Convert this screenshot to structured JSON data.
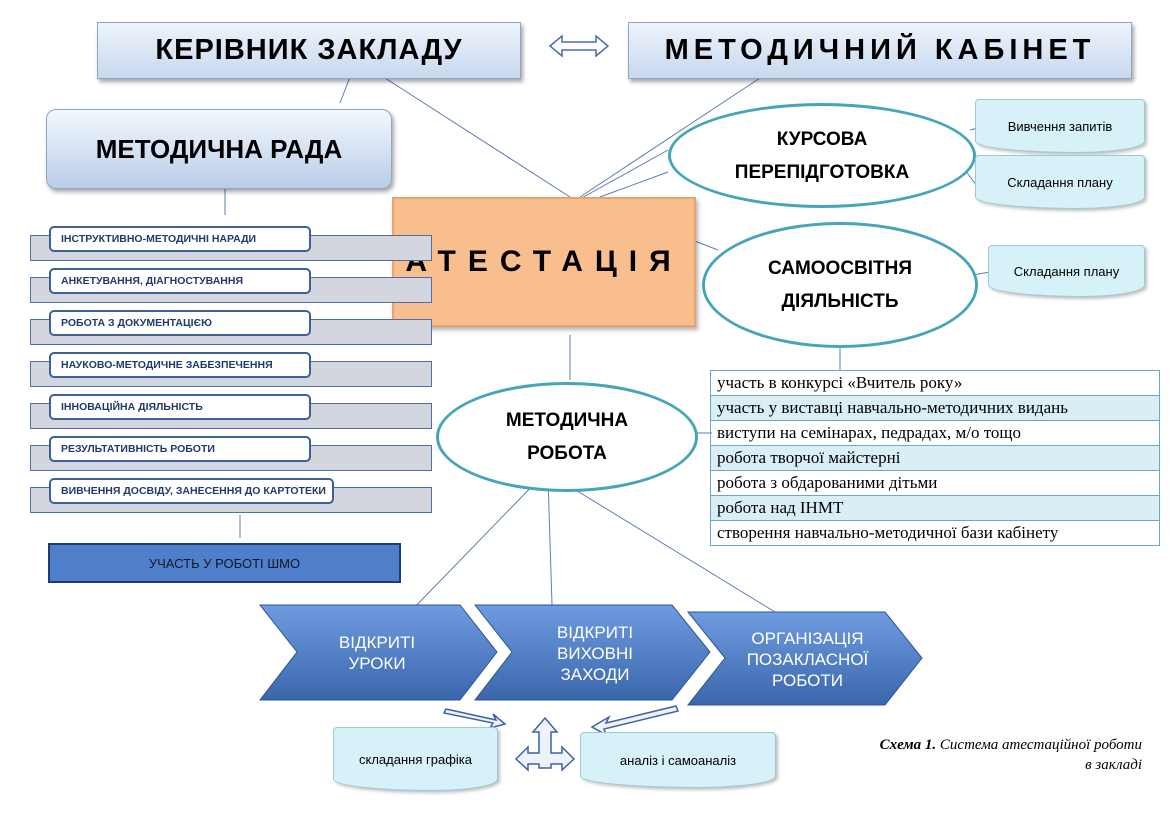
{
  "header": {
    "left_title": "КЕРІВНИК ЗАКЛАДУ",
    "right_title": "МЕТОДИЧНИЙ КАБІНЕТ"
  },
  "center": {
    "title": "АТЕСТАЦІЯ"
  },
  "left": {
    "title": "МЕТОДИЧНА РАДА",
    "items": [
      "ІНСТРУКТИВНО-МЕТОДИЧНІ НАРАДИ",
      "АНКЕТУВАННЯ, ДІАГНОСТУВАННЯ",
      "РОБОТА З ДОКУМЕНТАЦІЄЮ",
      "НАУКОВО-МЕТОДИЧНЕ ЗАБЕЗПЕЧЕННЯ",
      "ІННОВАЦІЙНА ДІЯЛЬНІСТЬ",
      "РЕЗУЛЬТАТИВНІСТЬ РОБОТИ",
      "ВИВЧЕННЯ ДОСВІДУ, ЗАНЕСЕННЯ ДО КАРТОТЕКИ"
    ],
    "shmo": "УЧАСТЬ У РОБОТІ ШМО"
  },
  "ovals": {
    "kurs_line1": "КУРСОВА",
    "kurs_line2": "ПЕРЕПІДГОТОВКА",
    "samo_line1": "САМООСВІТНЯ",
    "samo_line2": "ДІЯЛЬНІСТЬ",
    "metod_line1": "МЕТОДИЧНА",
    "metod_line2": "РОБОТА"
  },
  "notes": {
    "kurs_study": "Вивчення запитів",
    "kurs_plan": "Складання плану",
    "samo_plan": "Складання плану",
    "schedule": "складання графіка",
    "analysis": "аналіз і самоаналіз"
  },
  "activities": [
    "участь в конкурсі «Вчитель року»",
    "участь у виставці навчально-методичних видань",
    "виступи на семінарах, педрадах, м/о тощо",
    "робота творчої майстерні",
    "робота з обдарованими дітьми",
    "робота над ІНМТ",
    "створення навчально-методичної бази кабінету"
  ],
  "chevrons": {
    "c1_line1": "ВІДКРИТІ",
    "c1_line2": "УРОКИ",
    "c2_line1": "ВІДКРИТІ",
    "c2_line2": "ВИХОВНІ",
    "c2_line3": "ЗАХОДИ",
    "c3_line1": "ОРГАНІЗАЦІЯ",
    "c3_line2": "ПОЗАКЛАСНОЇ",
    "c3_line3": "РОБОТИ"
  },
  "caption": {
    "bold": "Схема 1.",
    "line1": " Система атестаційної роботи",
    "line2": "в закладі"
  },
  "colors": {
    "oval_border": "#46a6b8",
    "atest_fill": "#f9be8e",
    "chevron_fill": "#4f7fc8",
    "list_border": "#3d5f9a",
    "note_fill": "#d6f1f8"
  }
}
